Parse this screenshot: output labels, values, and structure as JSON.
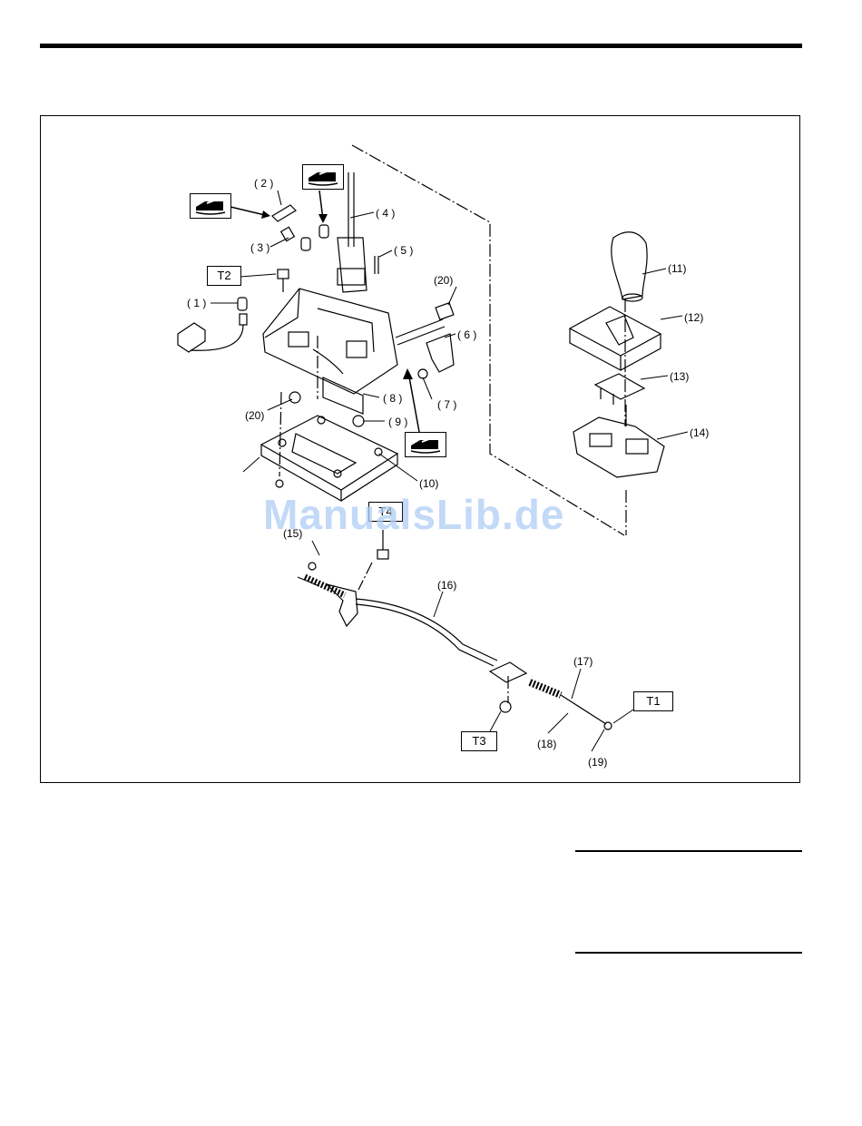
{
  "watermark": "ManualsLib.de",
  "callouts": {
    "c1": "( 1 )",
    "c2": "( 2 )",
    "c3": "( 3 )",
    "c4": "( 4 )",
    "c5": "( 5 )",
    "c6": "( 6 )",
    "c7": "( 7 )",
    "c8": "( 8 )",
    "c9": "( 9 )",
    "c10": "(10)",
    "c11": "(11)",
    "c12": "(12)",
    "c13": "(13)",
    "c14": "(14)",
    "c15": "(15)",
    "c16": "(16)",
    "c17": "(17)",
    "c18": "(18)",
    "c19": "(19)",
    "c20a": "(20)",
    "c20b": "(20)"
  },
  "torque_boxes": {
    "t1": "T1",
    "t2": "T2",
    "t3": "T3",
    "t4": "T4"
  },
  "icons": {
    "grease": "grease-can-icon"
  }
}
